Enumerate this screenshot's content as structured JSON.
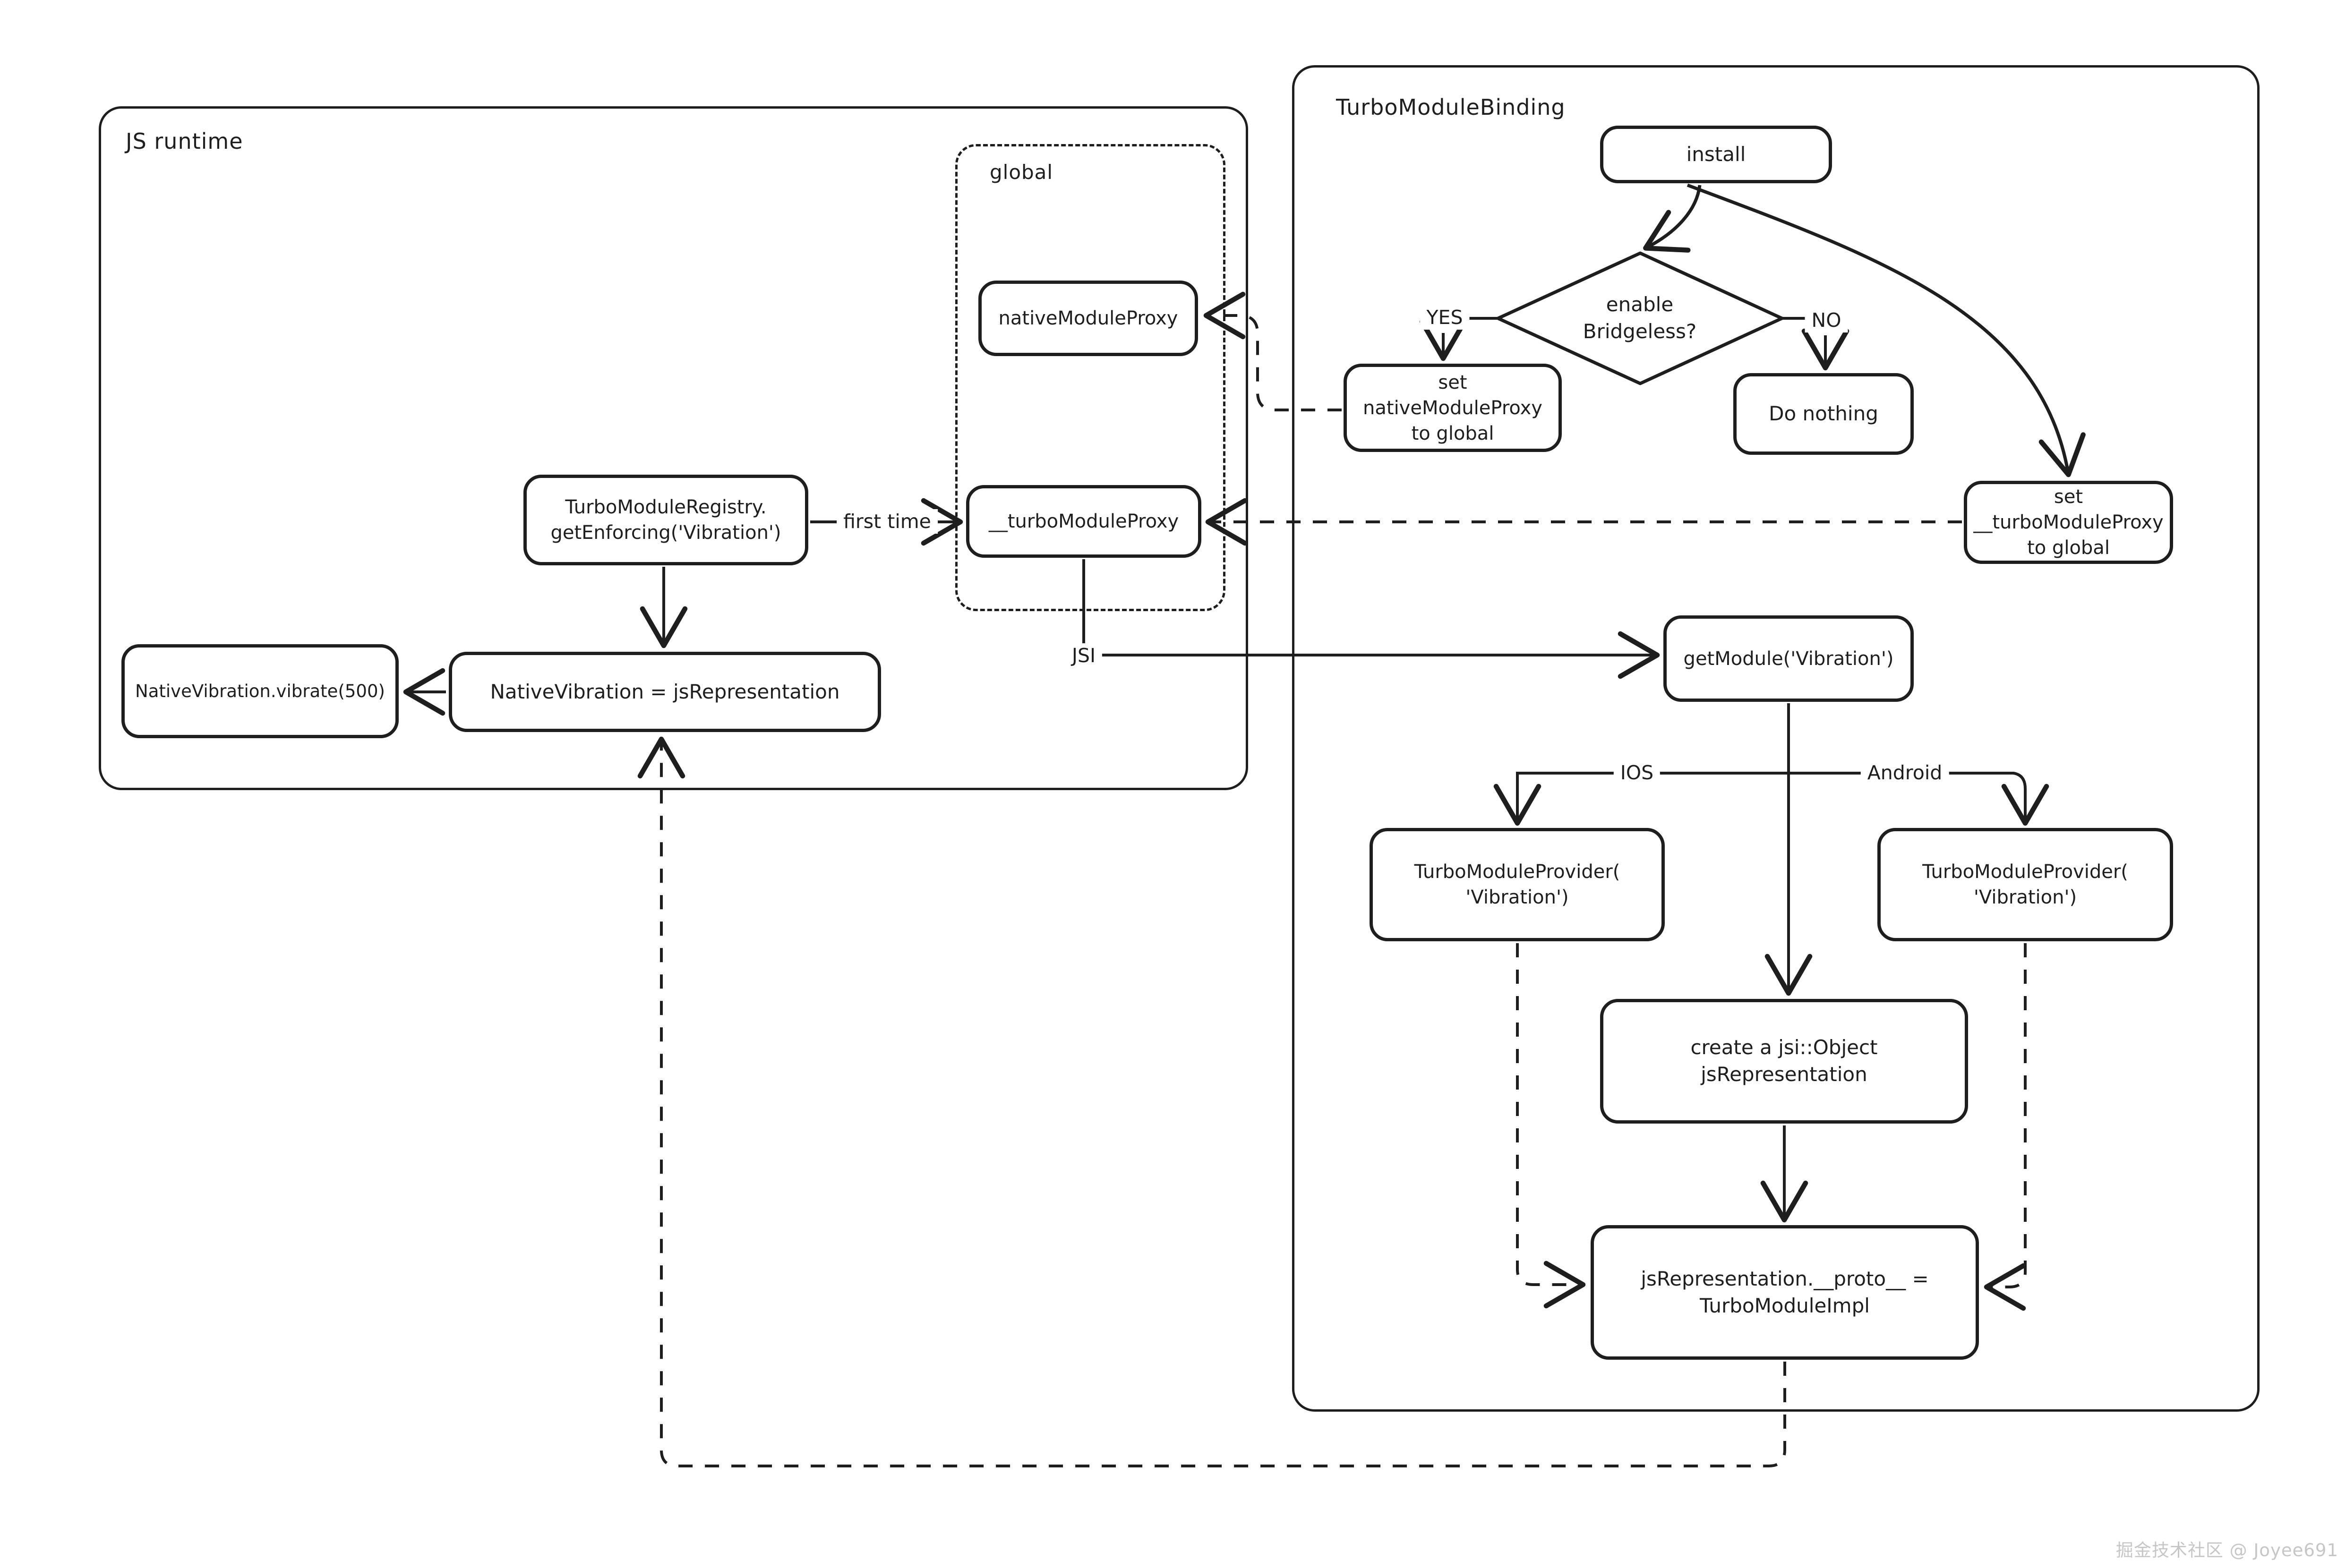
{
  "frames": {
    "js_runtime": {
      "label": "JS runtime"
    },
    "turbo_module_binding": {
      "label": "TurboModuleBinding"
    },
    "global_group": {
      "label": "global"
    }
  },
  "nodes": {
    "native_module_proxy": {
      "label": "nativeModuleProxy"
    },
    "turbo_module_proxy": {
      "label": "__turboModuleProxy"
    },
    "registry_get_enforcing": {
      "label": "TurboModuleRegistry.\ngetEnforcing('Vibration')"
    },
    "native_vibration_assign": {
      "label": "NativeVibration = jsRepresentation"
    },
    "native_vibration_vibrate": {
      "label": "NativeVibration.vibrate(500)"
    },
    "install": {
      "label": "install"
    },
    "enable_bridgeless": {
      "label": "enable\nBridgeless?"
    },
    "set_native_module_proxy": {
      "label": "set\nnativeModuleProxy\nto global"
    },
    "do_nothing": {
      "label": "Do nothing"
    },
    "set_turbo_module_proxy": {
      "label": "set\n__turboModuleProxy\nto global"
    },
    "get_module": {
      "label": "getModule('Vibration')"
    },
    "provider_ios": {
      "label": "TurboModuleProvider(\n'Vibration')"
    },
    "provider_android": {
      "label": "TurboModuleProvider(\n'Vibration')"
    },
    "create_jsi_object": {
      "label": "create a jsi::Object\njsRepresentation"
    },
    "js_representation_proto": {
      "label": "jsRepresentation.__proto__ =\nTurboModuleImpl"
    }
  },
  "edge_labels": {
    "first_time": "first time",
    "yes": "YES",
    "no": "NO",
    "jsi": "JSI",
    "ios": "IOS",
    "android": "Android"
  },
  "watermark": "掘金技术社区 @ Joyee691",
  "colors": {
    "ink": "#1e1e1e",
    "background": "#ffffff",
    "watermark": "#c6c6c6"
  }
}
